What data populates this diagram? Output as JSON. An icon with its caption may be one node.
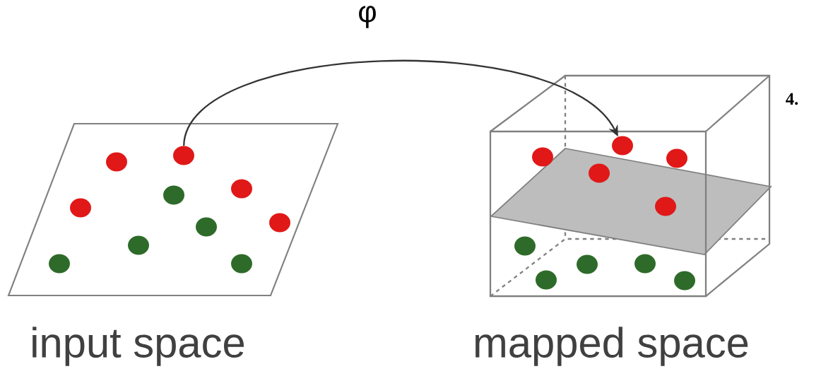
{
  "diagram": {
    "nodes": [
      {
        "text": [
          "input space"
        ]
      },
      {
        "text": [
          "mapped space"
        ]
      },
      {
        "text": [],
        "shape": "circle",
        "in": 0
      },
      {
        "text": [],
        "shape": "circle",
        "in": 0
      },
      {
        "text": [],
        "shape": "circle",
        "in": 0
      },
      {
        "text": [],
        "shape": "circle",
        "in": 0
      },
      {
        "text": [],
        "shape": "circle",
        "in": 0
      },
      {
        "text": [],
        "shape": "circle",
        "in": 0
      },
      {
        "text": [],
        "shape": "circle",
        "in": 0
      },
      {
        "text": [],
        "shape": "circle",
        "in": 0
      },
      {
        "text": [],
        "shape": "circle",
        "in": 0
      },
      {
        "text": [],
        "shape": "circle",
        "in": 0
      },
      {
        "text": [],
        "shape": "circle",
        "in": 1
      },
      {
        "text": [],
        "shape": "circle",
        "in": 1
      },
      {
        "text": [],
        "shape": "circle",
        "in": 1
      },
      {
        "text": [],
        "shape": "circle",
        "in": 1
      },
      {
        "text": [],
        "shape": "circle",
        "in": 1
      },
      {
        "text": [],
        "shape": "circle",
        "in": 1
      },
      {
        "text": [],
        "shape": "circle",
        "in": 1
      },
      {
        "text": [],
        "shape": "circle",
        "in": 1
      },
      {
        "text": [],
        "shape": "circle",
        "in": 1
      },
      {
        "text": [],
        "shape": "circle",
        "in": 1
      }
    ],
    "edges": [
      {
        "from": 2,
        "to": 12,
        "arrow": "to",
        "label": "φ"
      }
    ],
    "labels": [
      "4."
    ]
  }
}
